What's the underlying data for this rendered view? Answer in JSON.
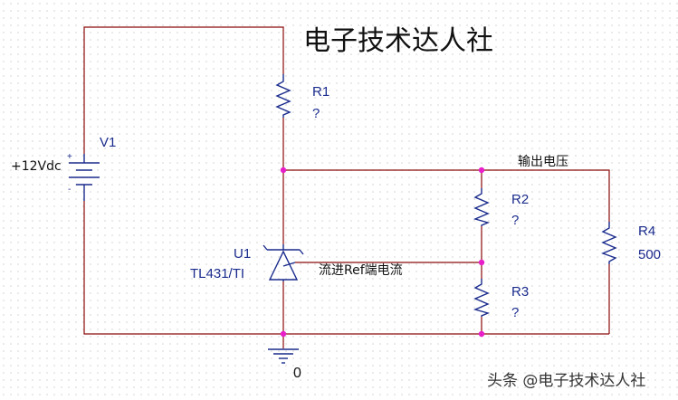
{
  "title": "电子技术达人社",
  "watermark": "头条 @电子技术达人社",
  "source": {
    "name": "V1",
    "value": "+12Vdc",
    "plus": "+",
    "minus": "-"
  },
  "r1": {
    "name": "R1",
    "value": "?"
  },
  "r2": {
    "name": "R2",
    "value": "?"
  },
  "r3": {
    "name": "R3",
    "value": "?"
  },
  "r4": {
    "name": "R4",
    "value": "500"
  },
  "u1": {
    "name": "U1",
    "part": "TL431/TI"
  },
  "labels": {
    "output": "输出电压",
    "ref_current": "流进Ref端电流"
  },
  "ground": {
    "label": "0"
  },
  "colors": {
    "wire": "#8b0a0a",
    "component": "#1a2b8c",
    "node": "#e81ec9",
    "text": "#111111"
  }
}
